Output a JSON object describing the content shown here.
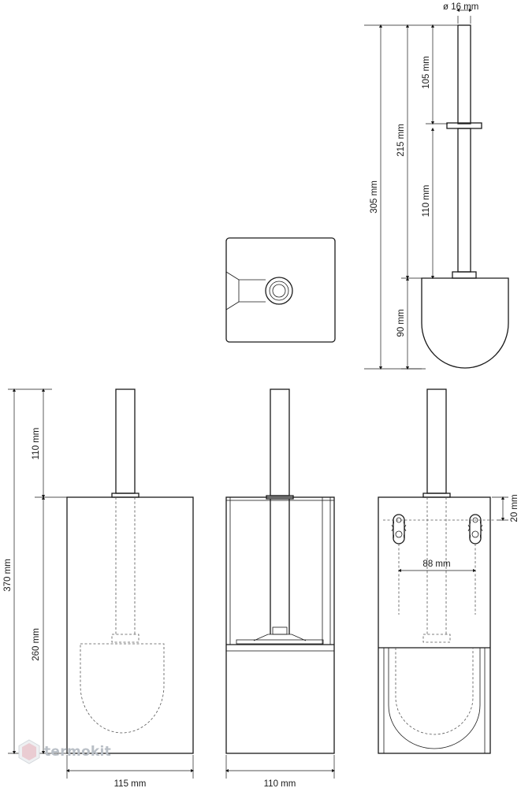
{
  "dimensions": {
    "diameter": "ø 16 mm",
    "brush_top_section": "105 mm",
    "brush_upper_total": "215 mm",
    "brush_total": "305 mm",
    "brush_mid_section": "110 mm",
    "brush_head": "90 mm",
    "stick_above_holder": "110 mm",
    "overall_height": "370 mm",
    "holder_height": "260 mm",
    "holder_width_front": "115 mm",
    "holder_width_side": "110 mm",
    "mount_hole_spacing": "88 mm",
    "mount_hole_offset": "20 mm"
  },
  "watermark": {
    "brand": "termokit"
  },
  "colors": {
    "line": "#1a1a1a",
    "watermark": "#b9bfc6",
    "watermark_accent": "#e8b4bc"
  }
}
